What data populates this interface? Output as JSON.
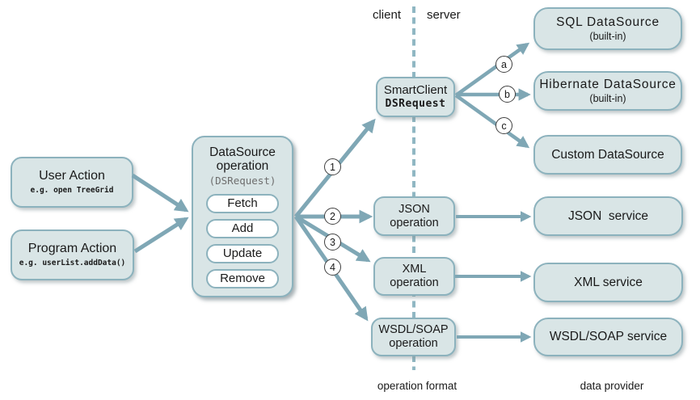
{
  "lanes": {
    "client": "client",
    "server": "server"
  },
  "footers": {
    "operation_format": "operation format",
    "data_provider": "data provider"
  },
  "boxes": {
    "user_action": {
      "title": "User Action",
      "example": "e.g. open TreeGrid"
    },
    "program_action": {
      "title": "Program Action",
      "example": "e.g. userList.addData()"
    },
    "datasource_operation": {
      "title_line1": "DataSource",
      "title_line2": "operation",
      "request_type": "(DSRequest)",
      "operations": [
        "Fetch",
        "Add",
        "Update",
        "Remove"
      ]
    },
    "smartclient_dsrequest": {
      "title": "SmartClient",
      "request_type": "DSRequest"
    },
    "json_operation": {
      "title_line1": "JSON",
      "title_line2": "operation"
    },
    "xml_operation": {
      "title_line1": "XML",
      "title_line2": "operation"
    },
    "wsdl_operation": {
      "title_line1": "WSDL/SOAP",
      "title_line2": "operation"
    },
    "sql_datasource": {
      "title": "SQL DataSource",
      "subtitle": "(built-in)"
    },
    "hibernate_datasource": {
      "title": "Hibernate DataSource",
      "subtitle": "(built-in)"
    },
    "custom_datasource": {
      "title": "Custom DataSource"
    },
    "json_service": {
      "title": "JSON  service"
    },
    "xml_service": {
      "title": "XML service"
    },
    "wsdl_service": {
      "title": "WSDL/SOAP service"
    }
  },
  "connector_labels": {
    "path_1": "1",
    "path_2": "2",
    "path_3": "3",
    "path_4": "4",
    "path_a": "a",
    "path_b": "b",
    "path_c": "c"
  },
  "colors": {
    "box_fill": "#d9e5e6",
    "box_border": "#8cb2bd",
    "arrow": "#7fa7b5",
    "dashed_divider": "#90b7c3",
    "pill_fill": "#ffffff",
    "circle_border": "#3f3f3f",
    "text": "#1a1a1a",
    "muted_text": "#6e6e6e"
  }
}
